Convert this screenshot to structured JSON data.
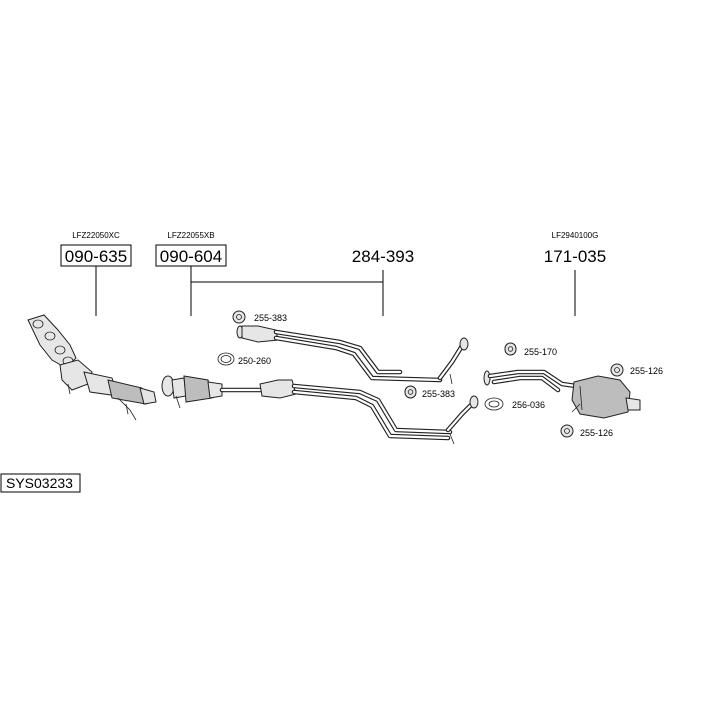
{
  "parts": {
    "manifold_cat": {
      "oe": "LFZ22050XC",
      "number": "090-635"
    },
    "front_cat": {
      "oe": "LFZ22055XB",
      "number": "090-604"
    },
    "front_pipe": {
      "number": "284-393"
    },
    "rear_silencer": {
      "oe": "LF2940100G",
      "number": "171-035"
    }
  },
  "small_parts": {
    "hanger_top": "255-383",
    "clamp": "250-260",
    "hanger_mid": "255-383",
    "hanger_center": "255-170",
    "gasket": "256-036",
    "hanger_rear_top": "255-126",
    "hanger_rear_bottom": "255-126"
  },
  "system_id": "SYS03233"
}
